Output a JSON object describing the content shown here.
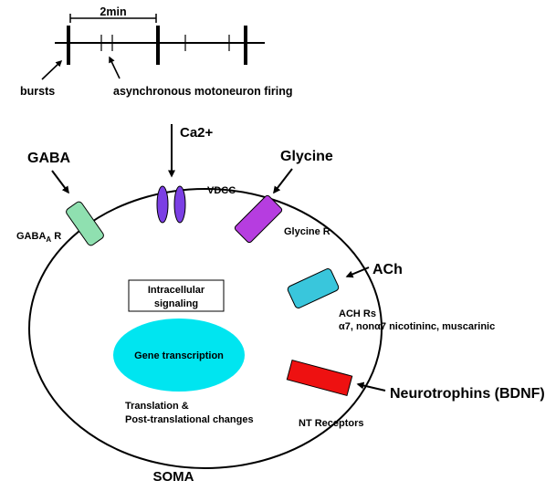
{
  "timeline": {
    "interval_label": "2min",
    "bursts_label": "bursts",
    "async_label": "asynchronous motoneuron firing"
  },
  "stimuli": {
    "ca": "Ca2+",
    "gaba": "GABA",
    "glycine": "Glycine",
    "ach": "ACh",
    "neurotrophins": "Neurotrophins (BDNF)"
  },
  "receptors": {
    "gaba_prefix": "GABA",
    "gaba_sub": "A",
    "gaba_suffix": " R",
    "vdcc": "VDCC",
    "glycine": "Glycine R",
    "ach_line1": "ACH Rs",
    "ach_line2": "α7, nonα7 nicotininc, muscarinic",
    "nt": "NT Receptors"
  },
  "soma": {
    "intracellular_line1": "Intracellular",
    "intracellular_line2": "signaling",
    "gene_transcription": "Gene transcription",
    "translation_line1": "Translation &",
    "translation_line2": "Post-translational changes",
    "label": "SOMA"
  },
  "colors": {
    "gaba_receptor": "#8fe0b0",
    "vdcc": "#7b3fe4",
    "glycine_receptor": "#b63de0",
    "ach_receptor": "#39c6dc",
    "nt_receptor": "#ee1111",
    "nucleus": "#00e5f0"
  }
}
